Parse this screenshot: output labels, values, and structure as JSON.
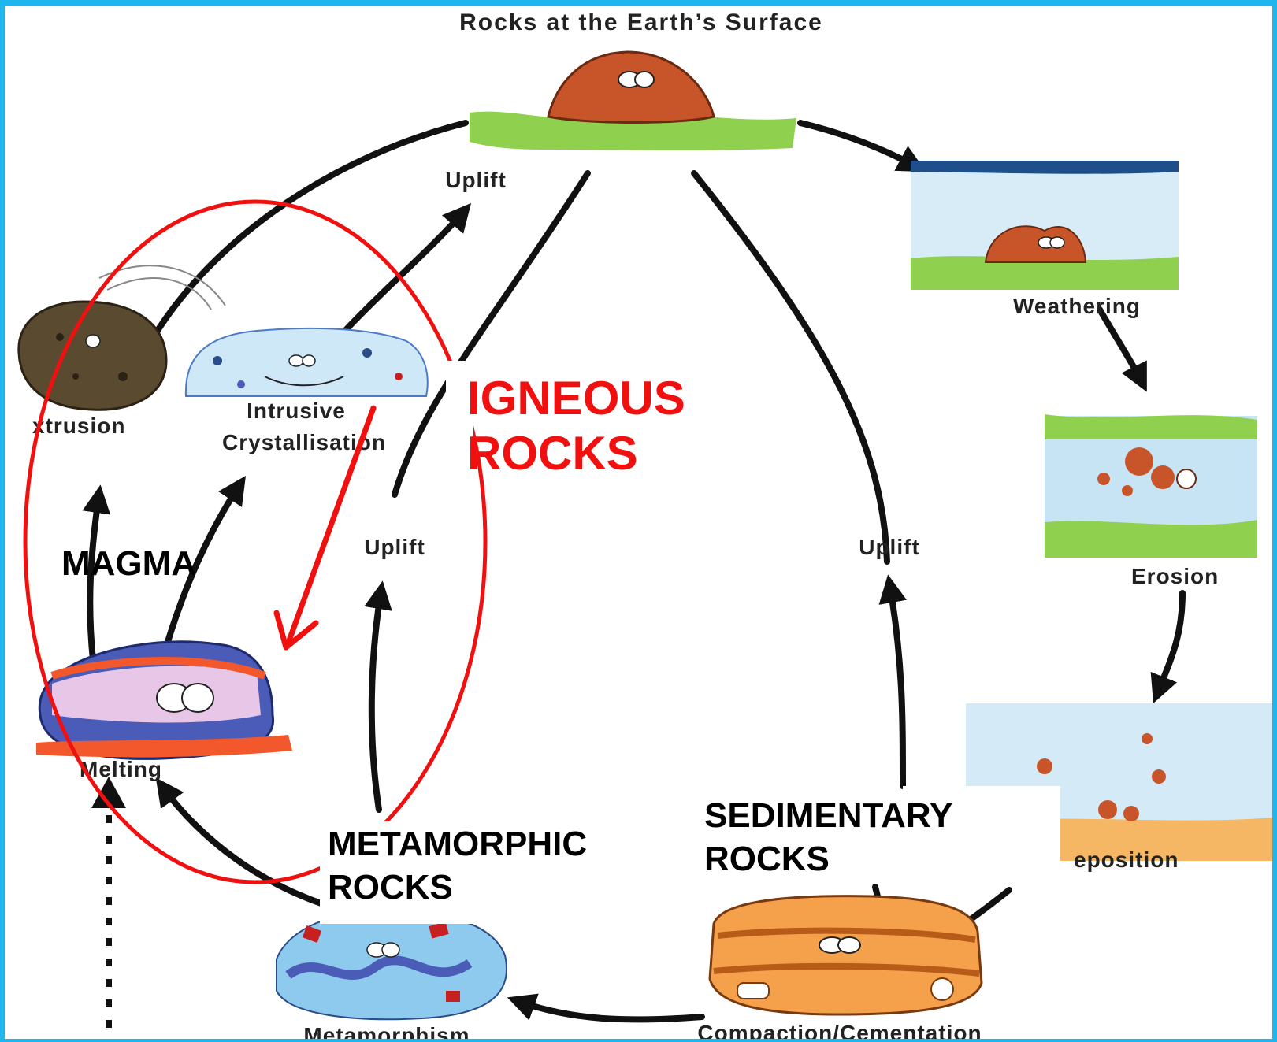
{
  "diagram": {
    "title": "Rocks at the Earth’s Surface",
    "labels": {
      "uplift_top": "Uplift",
      "uplift_left": "Uplift",
      "uplift_right": "Uplift",
      "weathering": "Weathering",
      "erosion": "Erosion",
      "deposition": "eposition",
      "compaction": "Compaction/Cementation",
      "metamorphism": "Metamorphism",
      "melting": "Melting",
      "extrusion": "xtrusion",
      "intrusive_line1": "Intrusive",
      "intrusive_line2": "Crystallisation"
    },
    "groups": {
      "magma": "MAGMA",
      "igneous_line1": "IGNEOUS",
      "igneous_line2": "ROCKS",
      "metamorphic_line1": "METAMORPHIC",
      "metamorphic_line2": "ROCKS",
      "sedimentary_line1": "SEDIMENTARY",
      "sedimentary_line2": "ROCKS"
    },
    "colors": {
      "frame": "#1fb6ee",
      "highlight": "#f01010",
      "rock_brown": "#c8552a",
      "grass": "#8fd14f",
      "water": "#c7e4f5",
      "sand": "#f5b764"
    }
  }
}
